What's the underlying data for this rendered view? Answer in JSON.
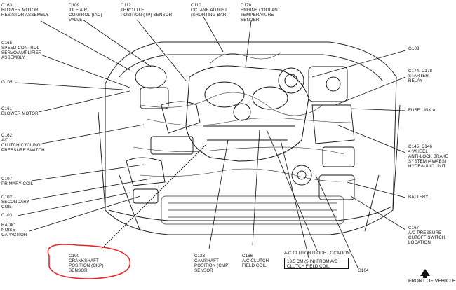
{
  "labels": {
    "c163": "C163\nBLOWER MOTOR\nRESISTOR ASSEMBLY",
    "c109": "C109\nIDLE AIR\nCONTROL (IAC)\nVALVE",
    "c112": "C112\nTHROTTLE\nPOSITION (TP) SENSOR",
    "c110": "C110\nOCTANE ADJUST\n(SHORTING BAR)",
    "c170": "C170\nENGINE COOLANT\nTEMPERATURE\nSENDER",
    "c165": "C165\nSPEED CONTROL\nSERVO/AMPLIFIER\nASSEMBLY",
    "g105": "G105",
    "c161": "C161\nBLOWER MOTOR",
    "c162": "C162\nA/C\nCLUTCH CYCLING\nPRESSURE SWITCH",
    "c107": "C107\nPRIMARY COIL",
    "c102": "C102\nSECONDARY\nCOIL",
    "c103": "C103",
    "radio": "RADIO\nNOISE\nCAPACITOR",
    "c100": "C100\nCRANKSHAFT\nPOSITION (CKP)\nSENSOR",
    "c123": "C123\nCAMSHAFT\nPOSITION (CMP)\nSENSOR",
    "c166": "C166\nA/C CLUTCH\nFIELD COIL",
    "g103": "G103",
    "c174": "C174, C178\nSTARTER\nRELAY",
    "fuse": "FUSE LINK A",
    "c145": "C145, C146\n4 WHEEL\nANTI-LOCK BRAKE\nSYSTEM (4WABS)\nHYDRAULIC UNIT",
    "battery": "BATTERY",
    "c167": "C167\nA/C PRESSURE\nCUTOFF SWITCH\nLOCATION",
    "diode": "A/C CLUTCH DIODE LOCATION",
    "g104": "G104",
    "front": "FRONT OF VEHICLE",
    "note": "13.5 CM (5 IN) FROM A/C\nCLUTCH FIELD COIL"
  },
  "colors": {
    "ink": "#111111",
    "highlight": "#e8262a"
  }
}
